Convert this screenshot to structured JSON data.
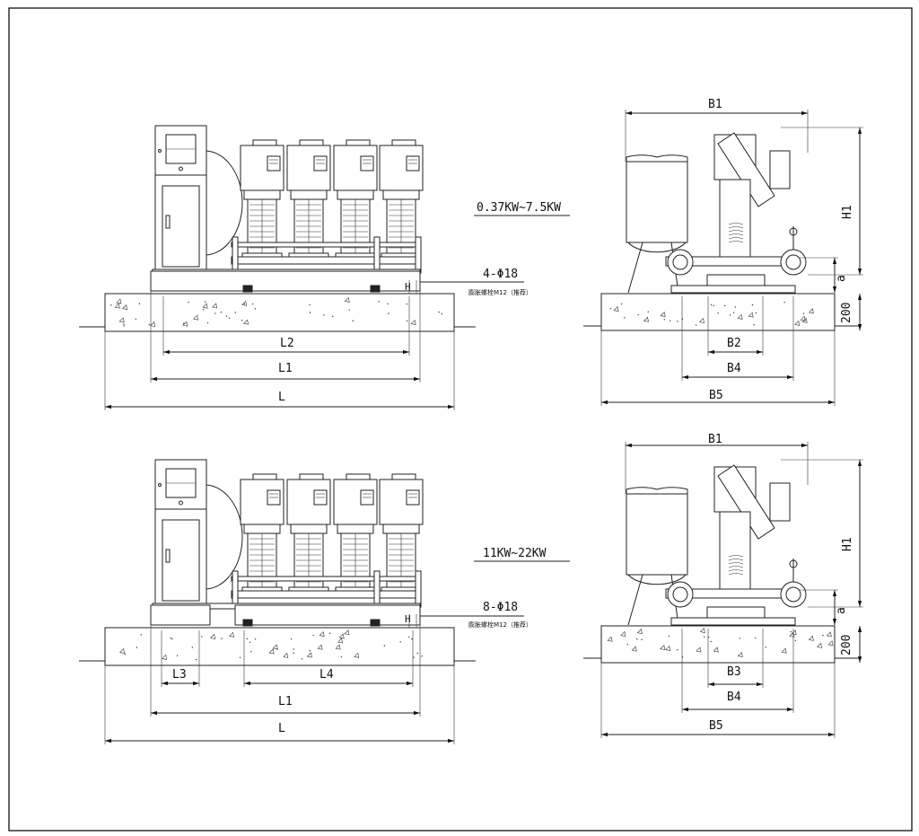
{
  "drawing": {
    "top_front": {
      "power_label": "0.37KW~7.5KW",
      "holes_label": "4-Φ18",
      "bolt_label": "膨胀螺栓M12（推荐）",
      "h_label": "H",
      "dims": [
        "L2",
        "L1",
        "L"
      ]
    },
    "top_side": {
      "dims": [
        "B1",
        "H1",
        "a",
        "200",
        "B2",
        "B4",
        "B5"
      ]
    },
    "bottom_front": {
      "power_label": "11KW~22KW",
      "holes_label": "8-Φ18",
      "bolt_label": "膨胀螺栓M12（推荐）",
      "h_label": "H",
      "dims": [
        "L3",
        "L4",
        "L1",
        "L"
      ]
    },
    "bottom_side": {
      "dims": [
        "B1",
        "H1",
        "a",
        "200",
        "B3",
        "B4",
        "B5"
      ]
    }
  }
}
